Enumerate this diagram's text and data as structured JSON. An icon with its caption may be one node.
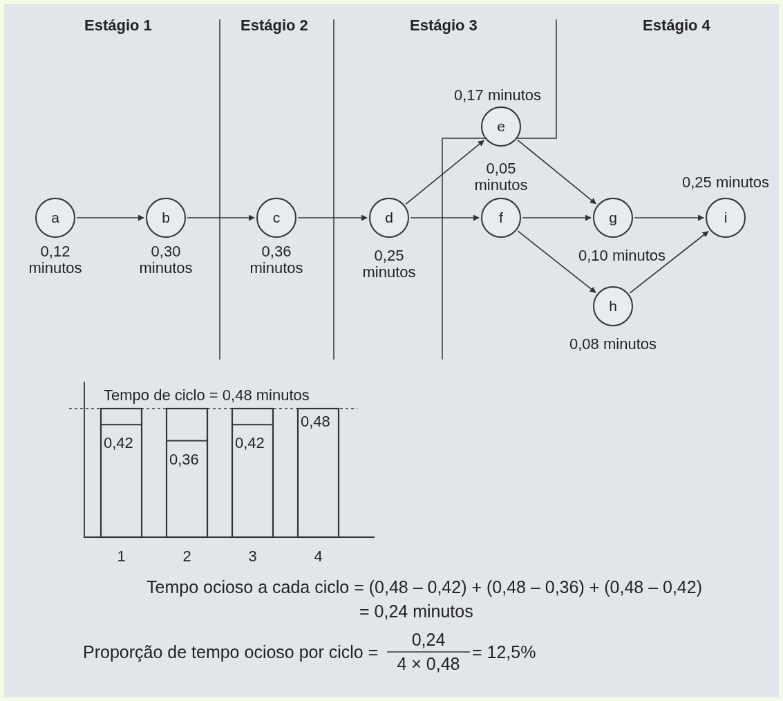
{
  "diagram": {
    "nodes": [
      {
        "text": [
          "a"
        ],
        "beside": [
          "0,12 minutos"
        ]
      },
      {
        "text": [
          "b"
        ],
        "beside": [
          "0,30 minutos"
        ]
      },
      {
        "text": [
          "c"
        ],
        "beside": [
          "0,36 minutos"
        ]
      },
      {
        "text": [
          "d"
        ],
        "beside": [
          "0,25 minutos"
        ]
      },
      {
        "text": [
          "e"
        ],
        "beside": [
          "0,17 minutos"
        ]
      },
      {
        "text": [
          "f"
        ],
        "beside": [
          "0,05 minutos"
        ]
      },
      {
        "text": [
          "g"
        ],
        "beside": [
          "0,10 minutos"
        ]
      },
      {
        "text": [
          "h"
        ],
        "beside": [
          "0,08 minutos"
        ]
      },
      {
        "text": [
          "i"
        ],
        "beside": [
          "0,25 minutos"
        ]
      }
    ],
    "edges": [
      {
        "from": 0,
        "to": 1,
        "arrow": "to"
      },
      {
        "from": 1,
        "to": 2,
        "arrow": "to"
      },
      {
        "from": 2,
        "to": 3,
        "arrow": "to"
      },
      {
        "from": 3,
        "to": 4,
        "arrow": "to"
      },
      {
        "from": 3,
        "to": 5,
        "arrow": "to"
      },
      {
        "from": 4,
        "to": 6,
        "arrow": "to"
      },
      {
        "from": 5,
        "to": 6,
        "arrow": "to"
      },
      {
        "from": 5,
        "to": 7,
        "arrow": "to"
      },
      {
        "from": 6,
        "to": 8,
        "arrow": "to"
      },
      {
        "from": 7,
        "to": 8,
        "arrow": "to"
      }
    ],
    "labels": [
      "Estágio 1",
      "Estágio 2",
      "Estágio 3",
      "Estágio 4",
      "Tempo de ciclo = 0,48 minutos",
      "0,42",
      "0,36",
      "0,42",
      "0,48",
      "1",
      "2",
      "3",
      "4",
      "Tempo ocioso a cada ciclo = (0,48 – 0,42) + (0,48 – 0,36) + (0,48 – 0,42)",
      "= 0,24 minutos",
      "Proporção de tempo ocioso por ciclo =",
      "0,24",
      "4 × 0,48",
      "= 12,5%"
    ]
  }
}
